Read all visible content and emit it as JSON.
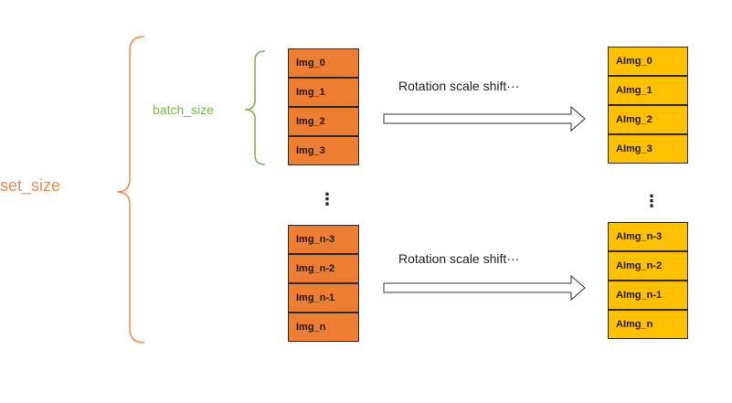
{
  "labels": {
    "set_size": "set_size",
    "batch_size": "batch_size"
  },
  "transform_labels": [
    "Rotation scale shift···",
    "Rotation scale shift···"
  ],
  "source_top": [
    "Img_0",
    "Img_1",
    "Img_2",
    "Img_3"
  ],
  "source_bottom": [
    "Img_n-3",
    "Img_n-2",
    "Img_n-1",
    "Img_n"
  ],
  "augmented_top": [
    "AImg_0",
    "AImg_1",
    "AImg_2",
    "AImg_3"
  ],
  "augmented_bottom": [
    "AImg_n-3",
    "AImg_n-2",
    "AImg_n-1",
    "AImg_n"
  ],
  "ellipsis": "⋮",
  "colors": {
    "source_box": "#ed7d31",
    "augmented_box": "#ffc000",
    "set_size_accent": "#f08a4b",
    "batch_size_accent": "#7ab648"
  }
}
